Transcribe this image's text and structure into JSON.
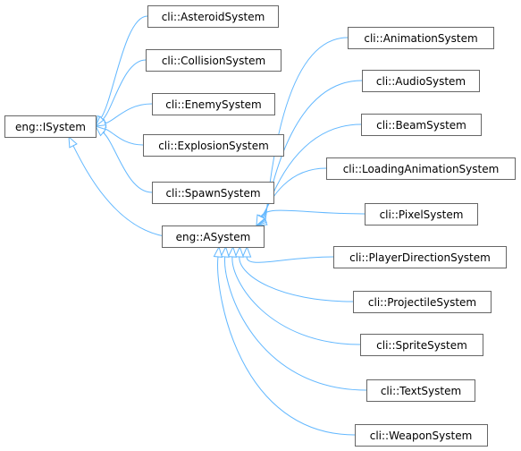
{
  "diagram": {
    "nodes": {
      "isystem": "eng::ISystem",
      "asystem": "eng::ASystem",
      "asteroid": "cli::AsteroidSystem",
      "collision": "cli::CollisionSystem",
      "enemy": "cli::EnemySystem",
      "explosion": "cli::ExplosionSystem",
      "spawn": "cli::SpawnSystem",
      "animation": "cli::AnimationSystem",
      "audio": "cli::AudioSystem",
      "beam": "cli::BeamSystem",
      "loading": "cli::LoadingAnimationSystem",
      "pixel": "cli::PixelSystem",
      "playerdir": "cli::PlayerDirectionSystem",
      "projectile": "cli::ProjectileSystem",
      "sprite": "cli::SpriteSystem",
      "text": "cli::TextSystem",
      "weapon": "cli::WeaponSystem"
    },
    "edges": [
      {
        "from": "asteroid",
        "to": "isystem"
      },
      {
        "from": "collision",
        "to": "isystem"
      },
      {
        "from": "enemy",
        "to": "isystem"
      },
      {
        "from": "explosion",
        "to": "isystem"
      },
      {
        "from": "spawn",
        "to": "isystem"
      },
      {
        "from": "asystem",
        "to": "isystem"
      },
      {
        "from": "animation",
        "to": "asystem"
      },
      {
        "from": "audio",
        "to": "asystem"
      },
      {
        "from": "beam",
        "to": "asystem"
      },
      {
        "from": "loading",
        "to": "asystem"
      },
      {
        "from": "pixel",
        "to": "asystem"
      },
      {
        "from": "playerdir",
        "to": "asystem"
      },
      {
        "from": "projectile",
        "to": "asystem"
      },
      {
        "from": "sprite",
        "to": "asystem"
      },
      {
        "from": "text",
        "to": "asystem"
      },
      {
        "from": "weapon",
        "to": "asystem"
      }
    ],
    "colors": {
      "edge": "#63b8ff",
      "node_border": "#666666",
      "node_fill": "#ffffff",
      "text": "#000000"
    }
  }
}
